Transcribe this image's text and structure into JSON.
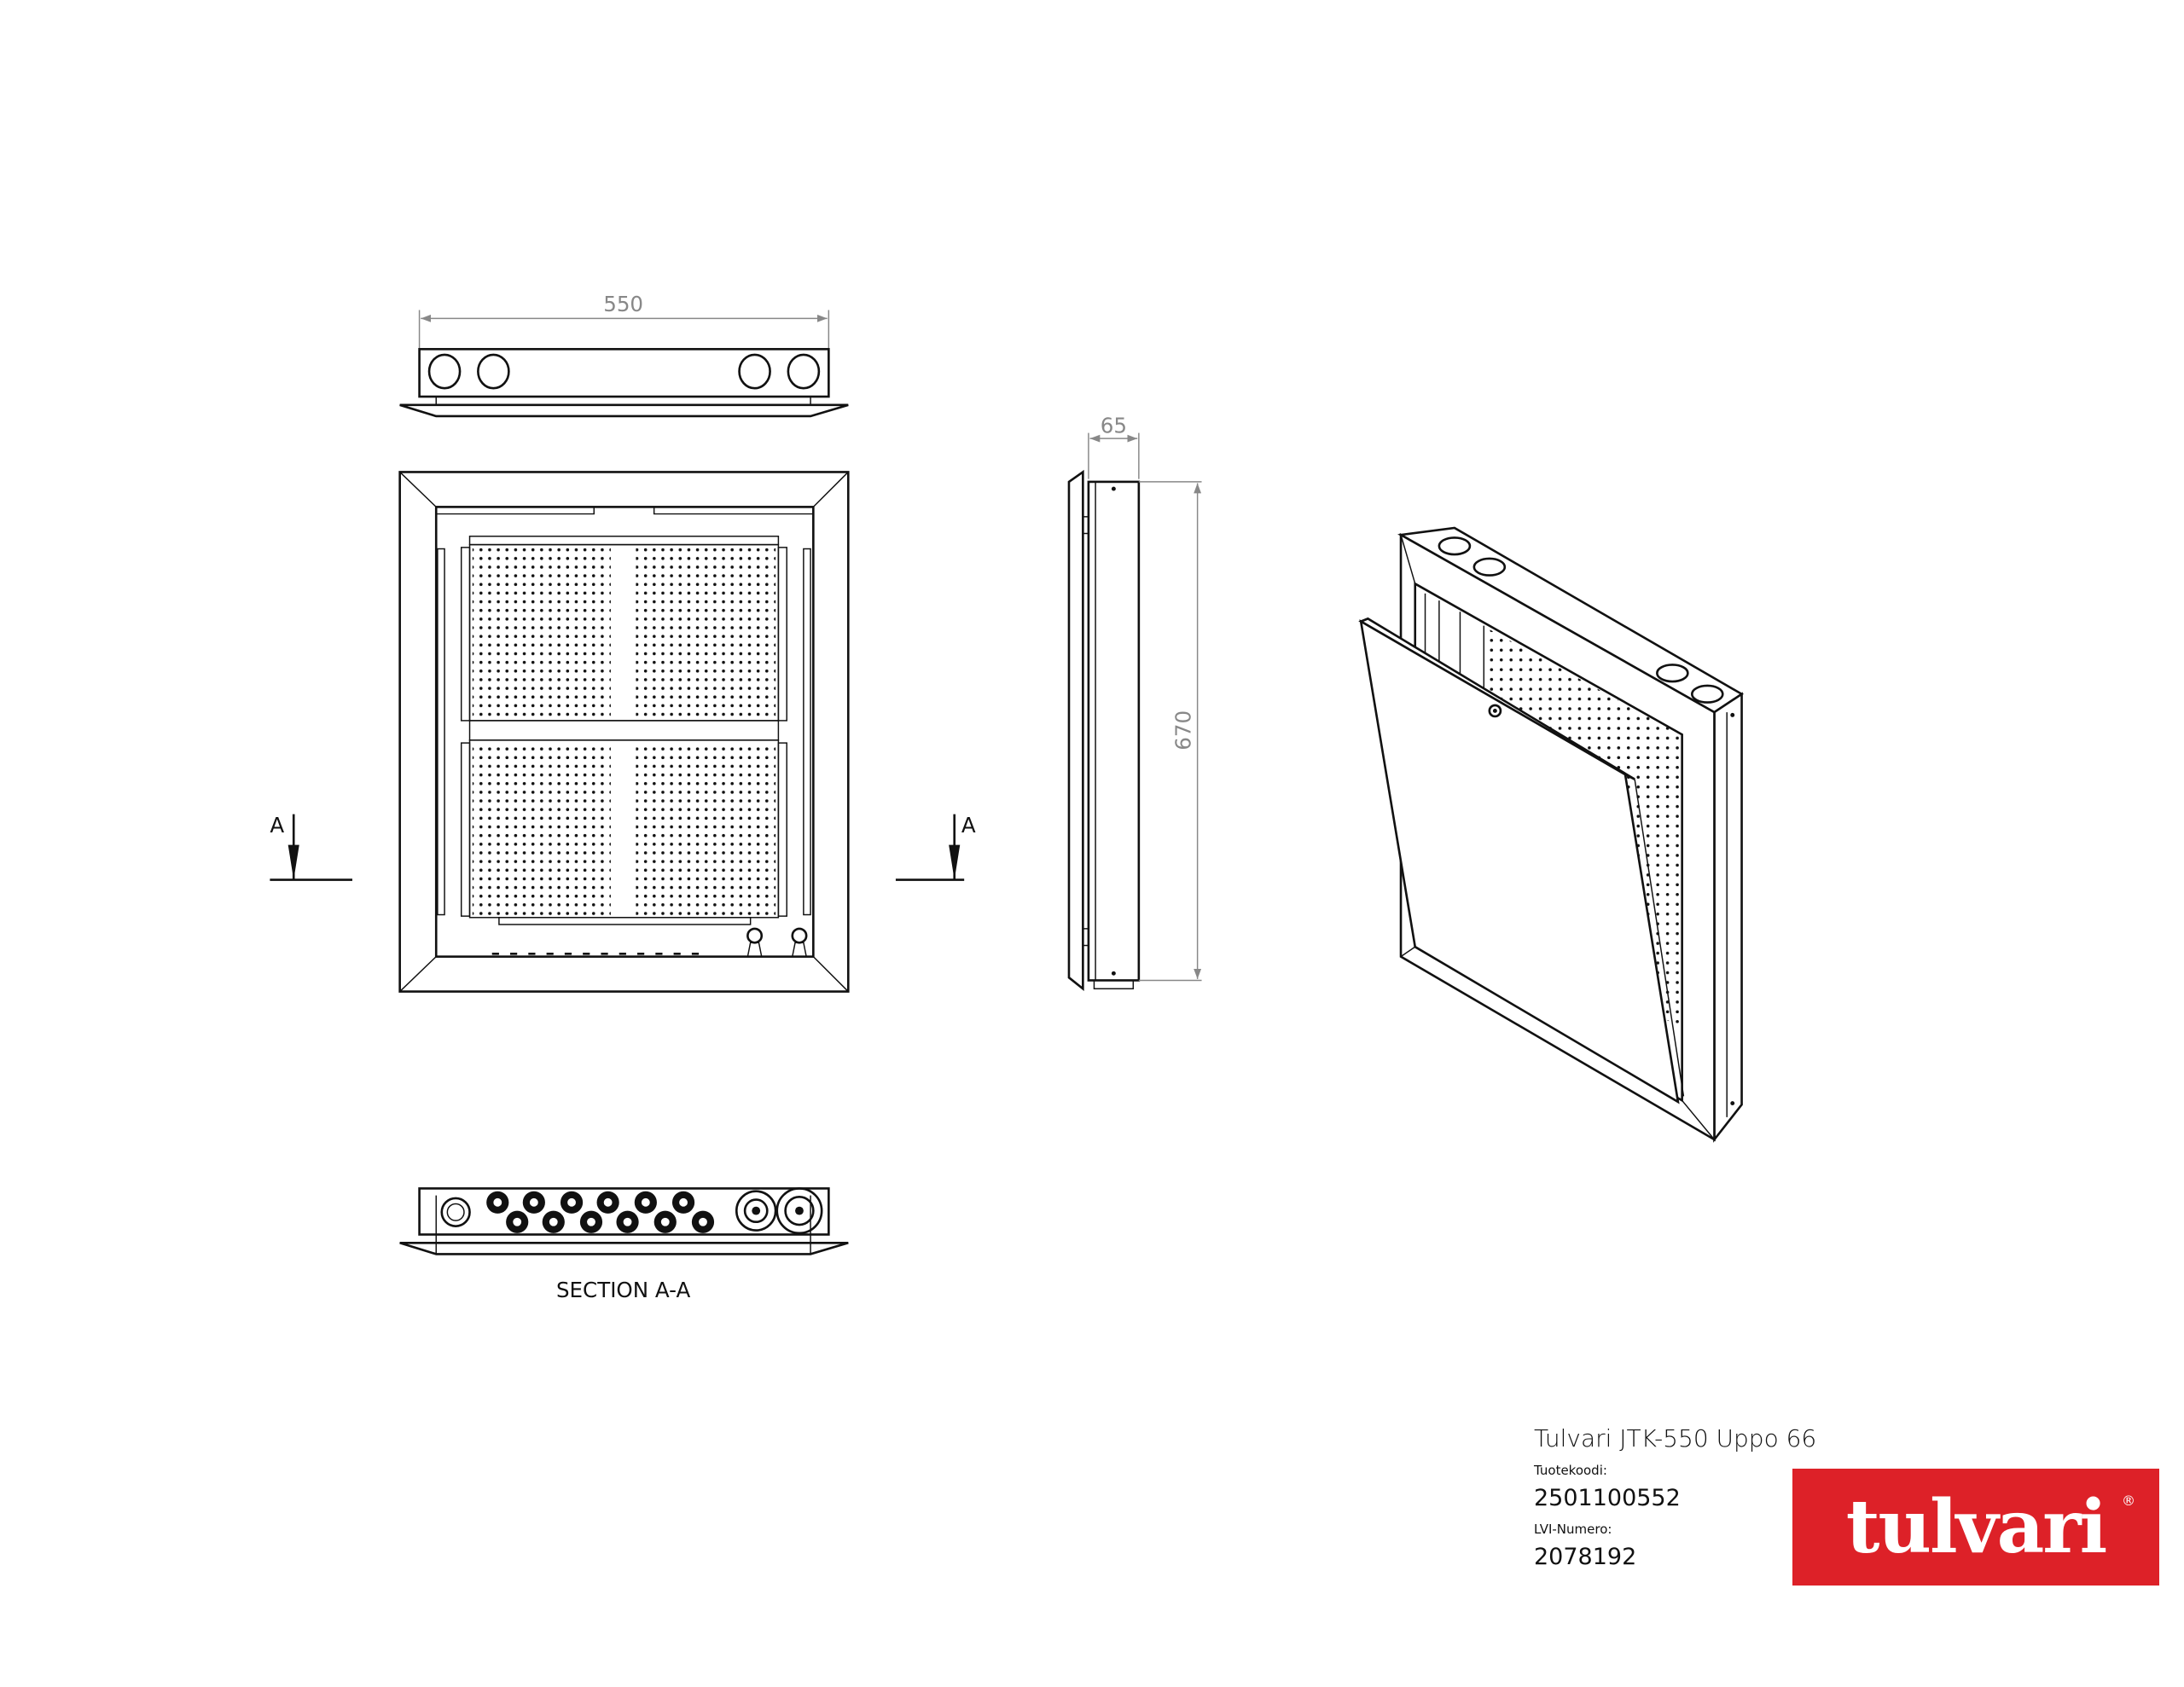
{
  "drawing": {
    "width_dim": "550",
    "depth_dim": "65",
    "height_dim": "670",
    "section_marker_left": "A",
    "section_marker_right": "A",
    "section_caption": "SECTION A-A"
  },
  "title_block": {
    "product_name": "Tulvari JTK-550 Uppo 66",
    "product_code_label": "Tuotekoodi:",
    "product_code": "2501100552",
    "lvi_label": "LVI-Numero:",
    "lvi_number": "2078192"
  },
  "logo": {
    "text": "tulvari",
    "registered": "®",
    "color": "#dd2128"
  }
}
